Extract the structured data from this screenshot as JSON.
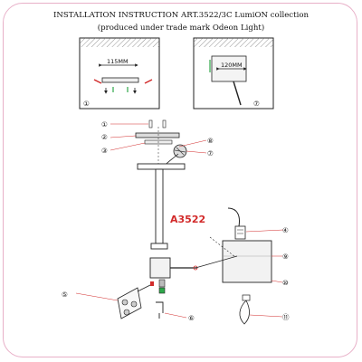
{
  "header": {
    "line1": "INSTALLATION INSTRUCTION ART.3522/3C LumiON collection",
    "line2": "(produced under trade mark Odeon Light)"
  },
  "panel_a": {
    "dimension": "115MM",
    "step": "①"
  },
  "panel_b": {
    "dimension": "120MM",
    "step": "⑦"
  },
  "model_label": "A3522",
  "callouts": [
    "①",
    "②",
    "③",
    "④",
    "⑤",
    "⑥",
    "⑦",
    "⑧",
    "⑨",
    "⑩",
    "⑪"
  ],
  "colors": {
    "model_label": "#d22b2b",
    "frame": "#e8b0c8",
    "arrow_red": "#d22b2b",
    "arrow_green": "#2ea84a"
  }
}
